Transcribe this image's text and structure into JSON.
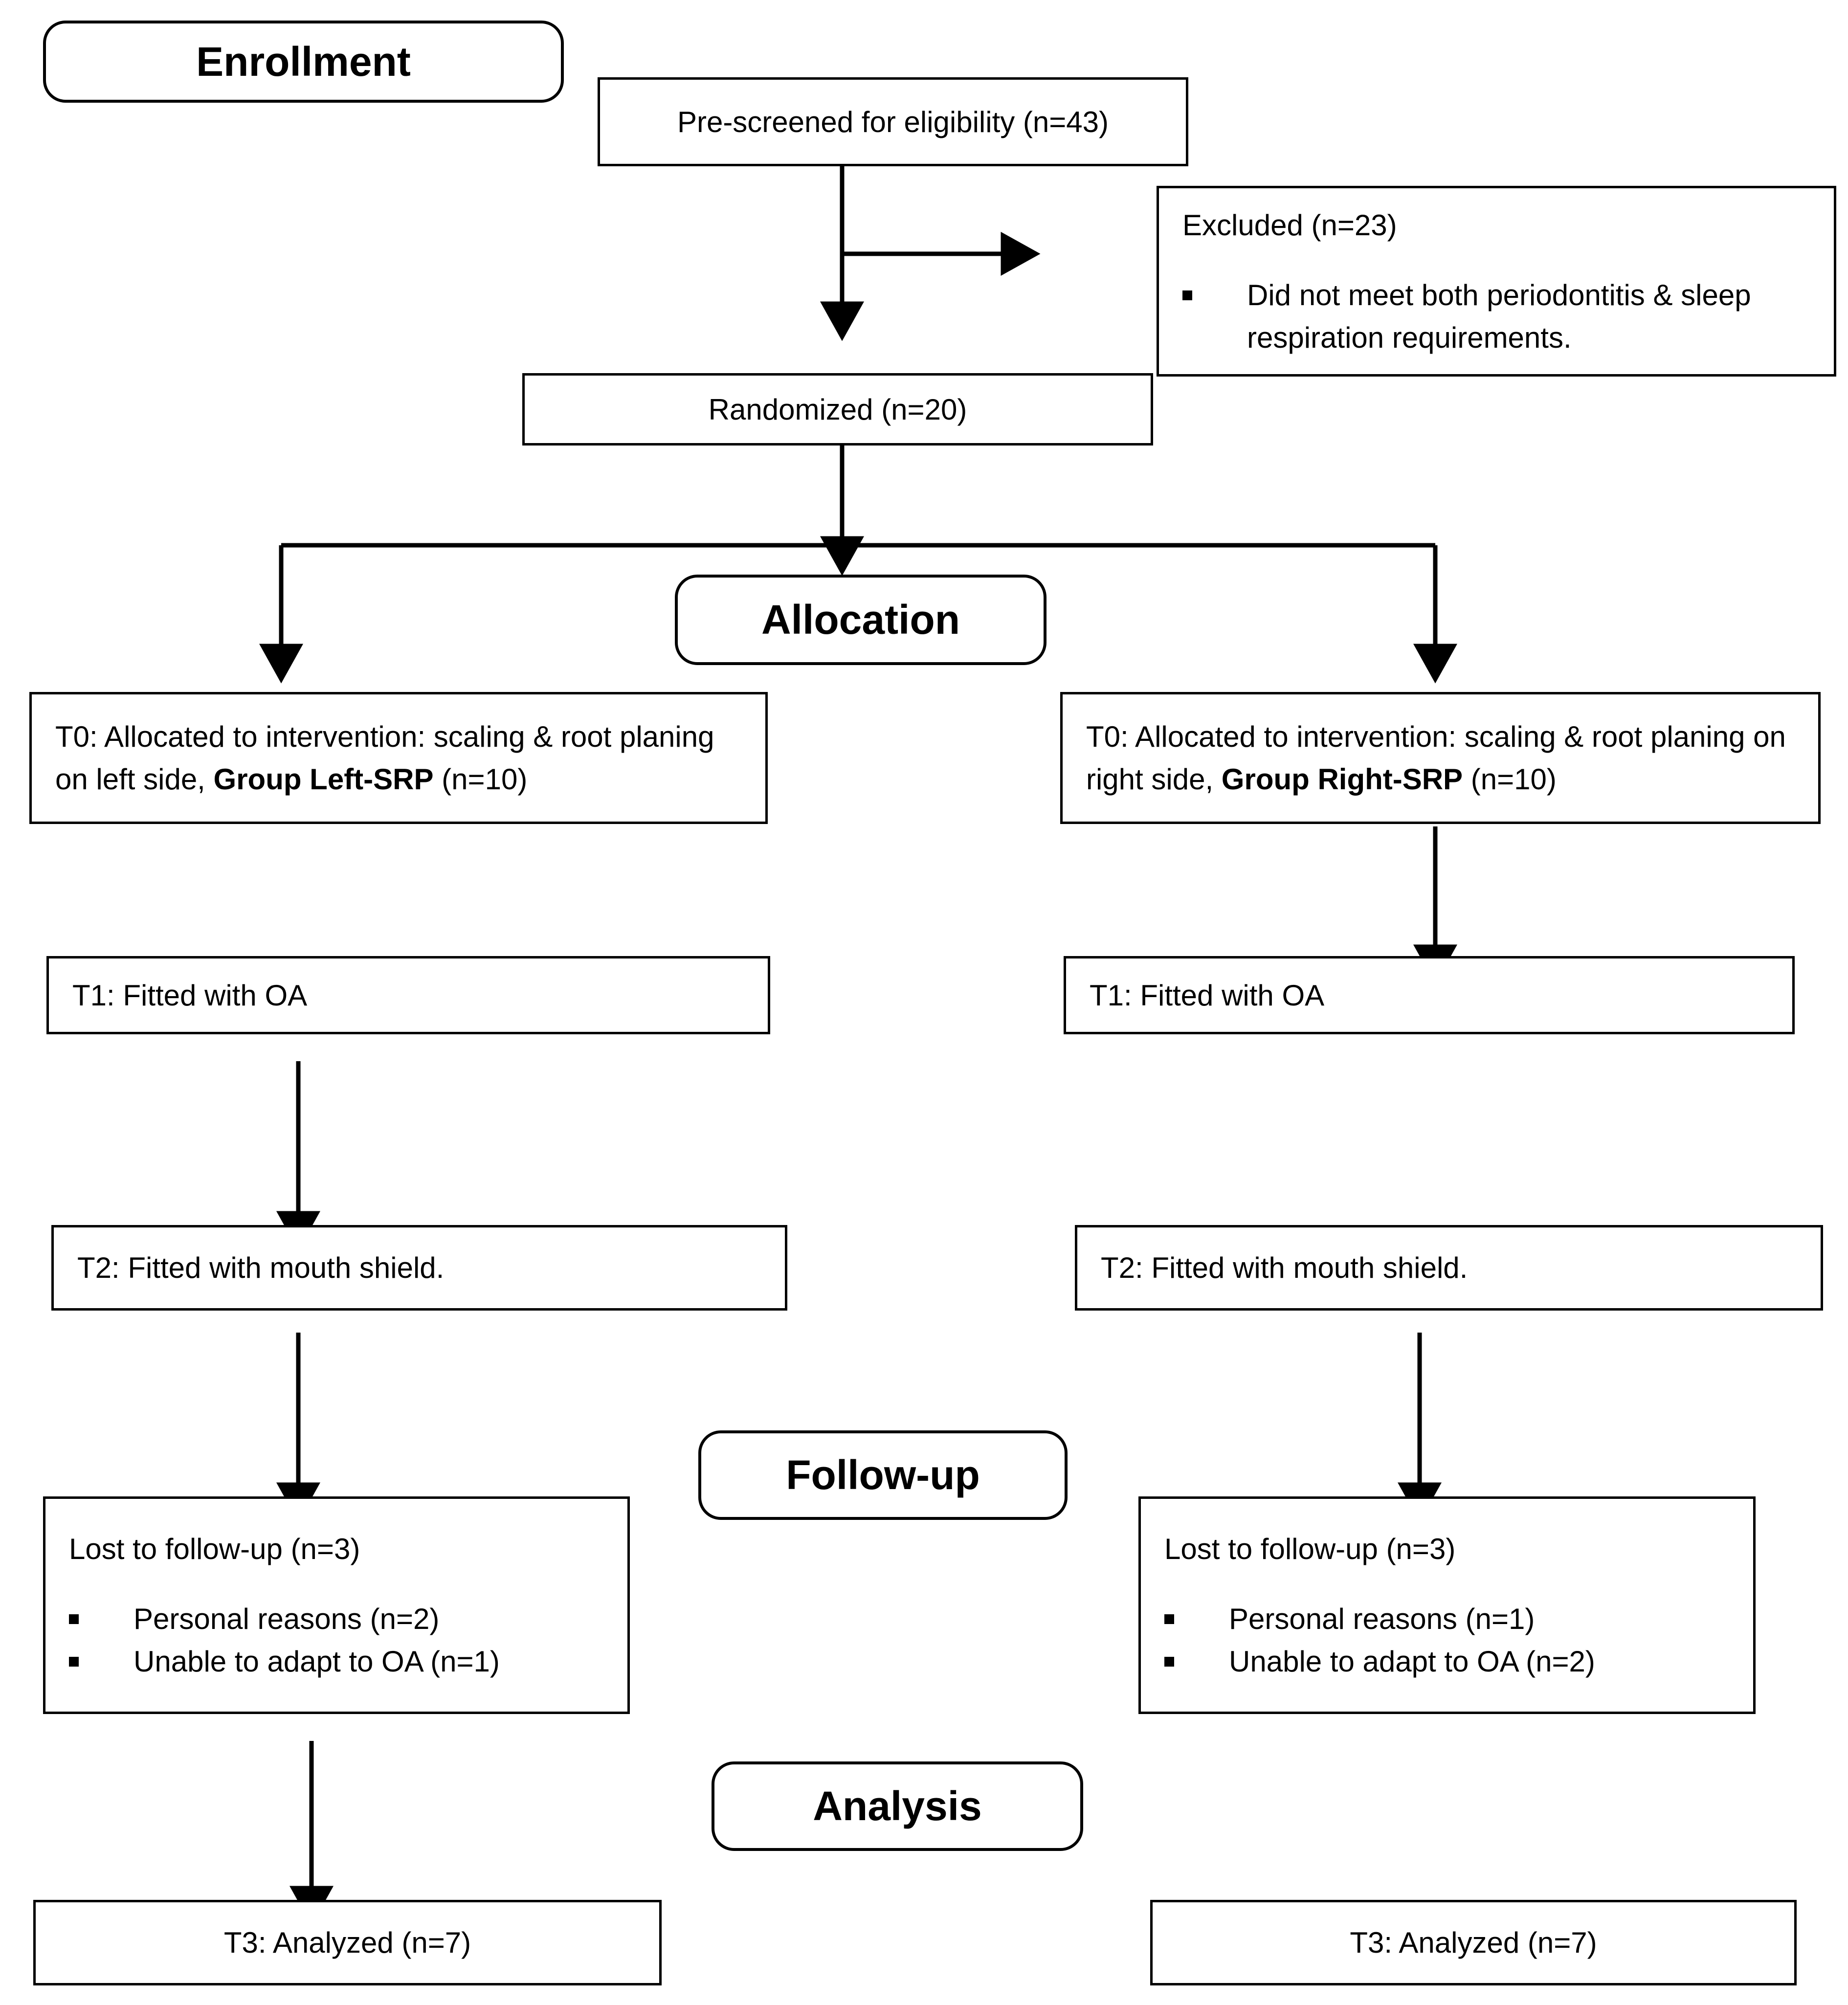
{
  "diagram": {
    "type": "consort-flow-diagram",
    "title_stages": [
      "Enrollment",
      "Allocation",
      "Follow-up",
      "Analysis"
    ]
  },
  "stages": {
    "enrollment": "Enrollment",
    "allocation": "Allocation",
    "followup": "Follow-up",
    "analysis": "Analysis"
  },
  "enrollment": {
    "prescreened": "Pre-screened for eligibility (n=43)",
    "excluded_title": "Excluded (n=23)",
    "excluded_reasons": [
      "Did not meet both periodontitis & sleep respiration requirements."
    ],
    "randomized": "Randomized (n=20)"
  },
  "left_arm": {
    "t0_prefix": "T0: Allocated to intervention: scaling & root planing on left side, ",
    "t0_group": "Group Left-SRP",
    "t0_suffix": " (n=10)",
    "t1": "T1: Fitted with OA",
    "t2": "T2: Fitted with mouth shield.",
    "lost_title": "Lost to follow-up (n=3)",
    "lost_reasons": [
      "Personal reasons (n=2)",
      "Unable to adapt to OA (n=1)"
    ],
    "t3": "T3: Analyzed (n=7)"
  },
  "right_arm": {
    "t0_prefix": "T0: Allocated to intervention: scaling & root planing on right side, ",
    "t0_group": "Group Right-SRP",
    "t0_suffix": " (n=10)",
    "t1": "T1: Fitted with OA",
    "t2": "T2: Fitted with mouth shield.",
    "lost_title": "Lost to follow-up (n=3)",
    "lost_reasons": [
      "Personal reasons (n=1)",
      "Unable to adapt to OA (n=2)"
    ],
    "t3": "T3: Analyzed (n=7)"
  },
  "colors": {
    "stroke": "#000000",
    "background": "#ffffff",
    "text": "#000000"
  }
}
